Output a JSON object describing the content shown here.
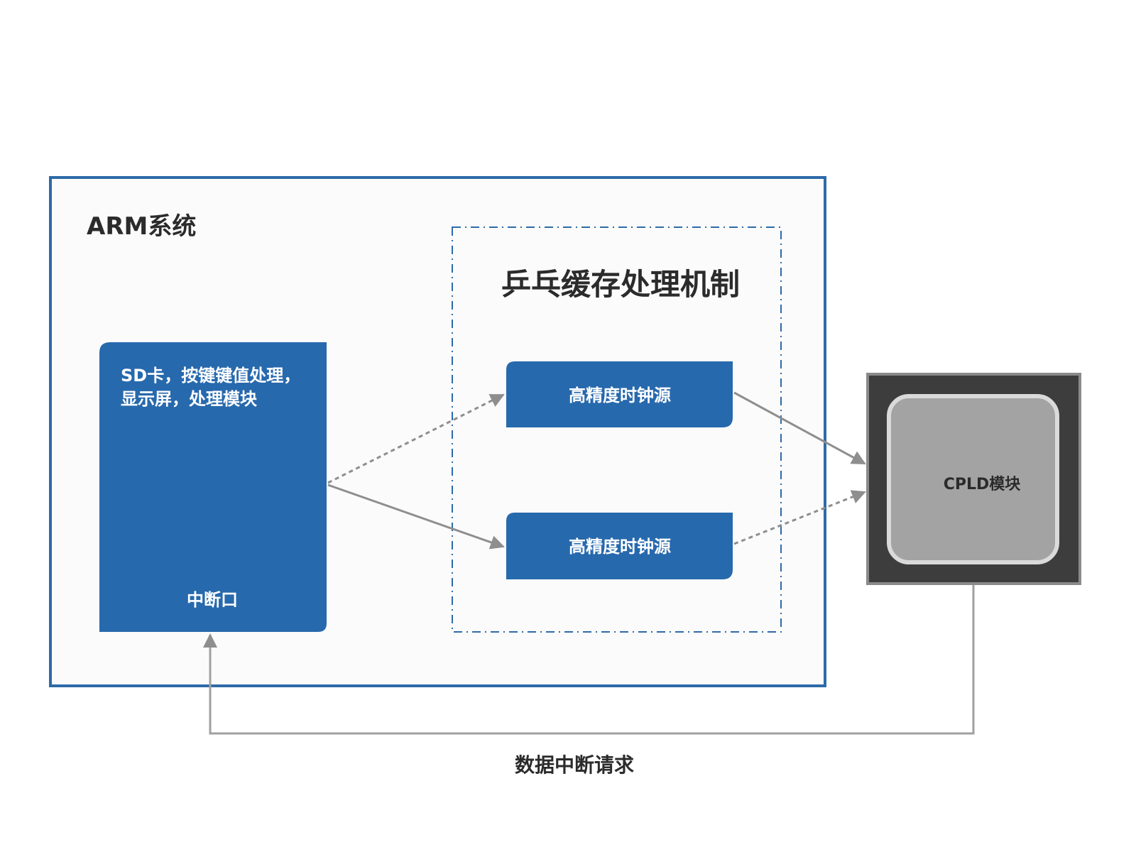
{
  "arm_system": {
    "title": "ARM系统"
  },
  "arm_module": {
    "line1": "SD卡，按键键值处理，",
    "line2": "显示屏，处理模块",
    "interrupt_port": "中断口"
  },
  "pingpong": {
    "title": "乒乓缓存处理机制",
    "clock_source_top": "高精度时钟源",
    "clock_source_bottom": "高精度时钟源"
  },
  "cpld": {
    "label": "CPLD模块"
  },
  "feedback": {
    "label": "数据中断请求"
  },
  "colors": {
    "frame_blue": "#2e6aa8",
    "module_blue": "#2769ad",
    "arrow_gray": "#8e8e8e",
    "text_dark": "#2b2b2b",
    "chip_dark": "#3d3d3d",
    "chip_inner": "#a3a3a3",
    "chip_border": "#dadada"
  }
}
